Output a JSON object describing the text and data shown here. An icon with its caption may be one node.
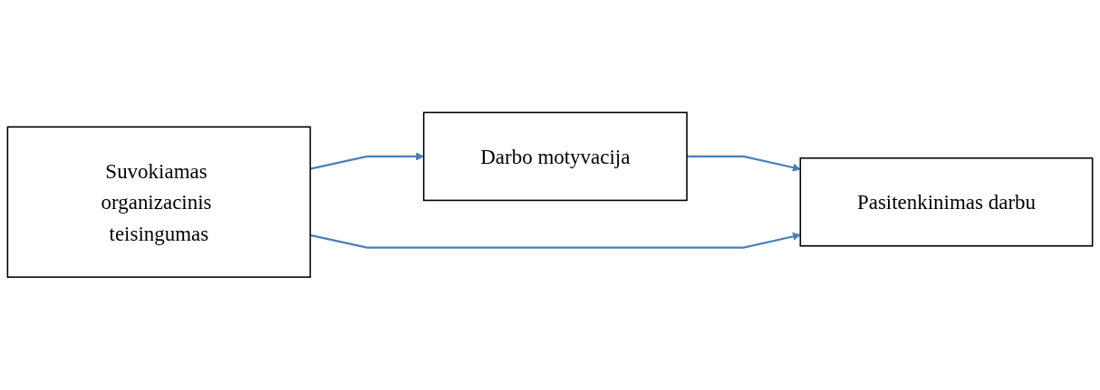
{
  "diagram": {
    "nodes": [
      {
        "text": [
          "Darbo motyvacija"
        ]
      },
      {
        "text": [
          "Suvokiamas organizacinis teisingumas"
        ]
      },
      {
        "text": [
          "Pasitenkinimas darbu"
        ]
      }
    ],
    "edges": [
      {
        "from": 1,
        "to": 0,
        "arrow": "to"
      },
      {
        "from": 0,
        "to": 2,
        "arrow": "to"
      },
      {
        "from": 1,
        "to": 2,
        "arrow": "to"
      }
    ]
  }
}
